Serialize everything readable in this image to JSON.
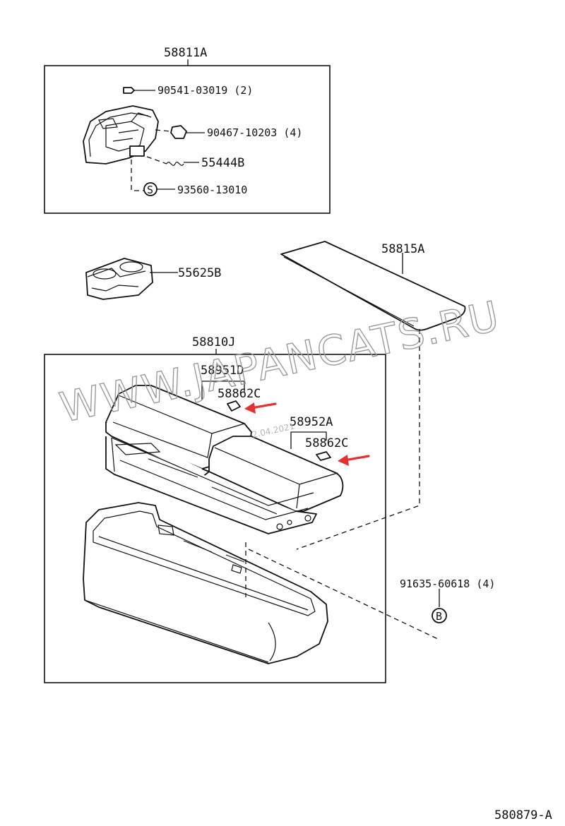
{
  "diagram": {
    "group_upper_label": "58811A",
    "group_lower_label": "58810J",
    "parts": {
      "p90541": "90541-03019 (2)",
      "p90467": "90467-10203 (4)",
      "p55444": "55444B",
      "p93560": "93560-13010",
      "p55625": "55625B",
      "p58815": "58815A",
      "p58951": "58951D",
      "p58862_a": "58862C",
      "p58952": "58952A",
      "p58862_b": "58862C",
      "p91635": "91635-60618 (4)"
    },
    "symbols": {
      "s_mark": "S",
      "b_mark": "B"
    },
    "watermark": "WWW.JAPANCATS.RU",
    "watermark_date": "2.04.2021",
    "figure_code": "580879-A",
    "highlight_color": "#e53030",
    "line_color": "#111111"
  }
}
